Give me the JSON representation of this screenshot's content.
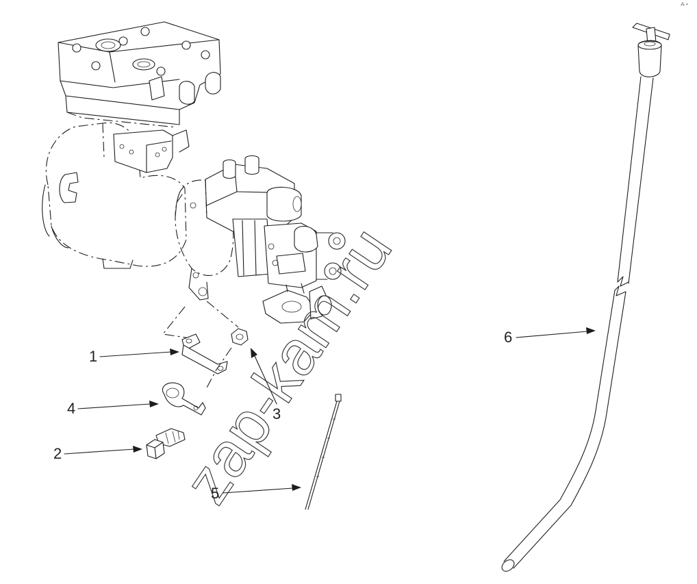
{
  "diagram": {
    "callouts": [
      {
        "id": "1",
        "label": "1"
      },
      {
        "id": "2",
        "label": "2"
      },
      {
        "id": "3",
        "label": "3"
      },
      {
        "id": "4",
        "label": "4"
      },
      {
        "id": "5",
        "label": "5"
      },
      {
        "id": "6",
        "label": "6"
      }
    ],
    "watermark": "zap-kam.ru",
    "corner_mark": "⁂ ="
  },
  "colors": {
    "background": "#ffffff",
    "line": "#1c1c1c"
  },
  "icons": {
    "compressor": "air-compressor-drawing",
    "bracket": "bracket-part-drawing",
    "bolt": "flange-bolt-drawing",
    "nut": "flange-nut-drawing",
    "clamp": "p-clamp-drawing",
    "tie": "cable-tie-drawing",
    "tube": "dipstick-tube-drawing"
  }
}
